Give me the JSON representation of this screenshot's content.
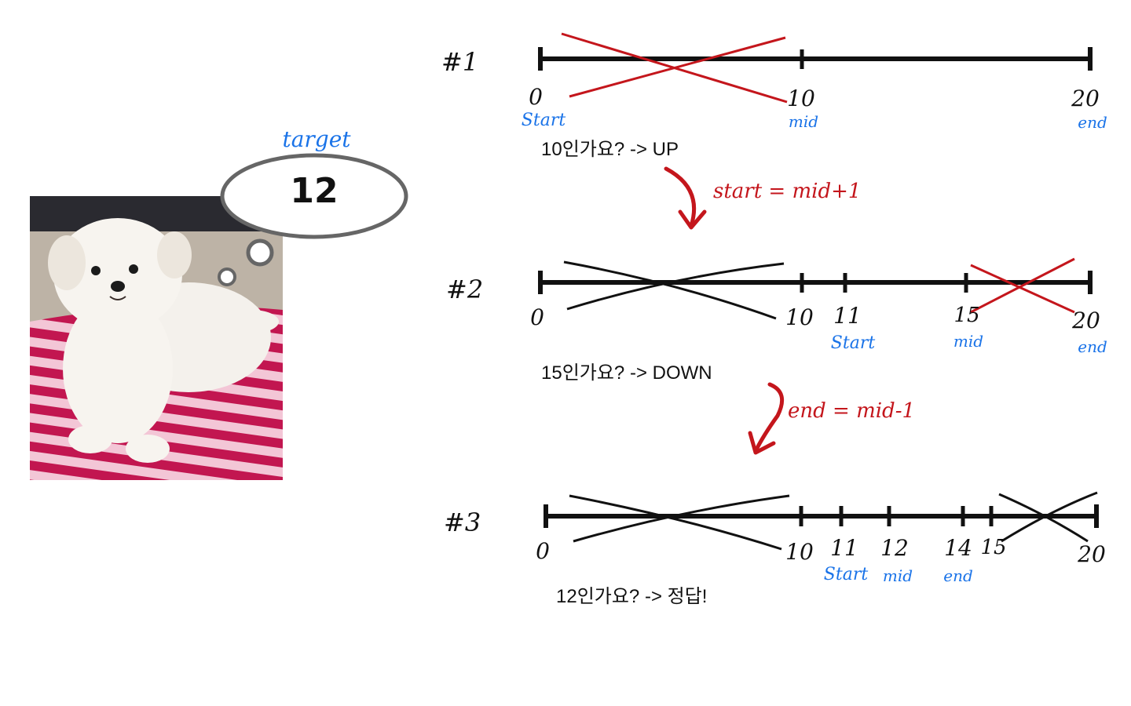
{
  "target": {
    "label": "target",
    "value": "12"
  },
  "step1": {
    "label": "#1",
    "ticks": [
      "0",
      "10",
      "20"
    ],
    "roles": {
      "start": "Start",
      "mid": "mid",
      "end": "end"
    },
    "question": "10인가요? -> UP",
    "rule": "start = mid+1"
  },
  "step2": {
    "label": "#2",
    "ticks": [
      "0",
      "10",
      "11",
      "15",
      "20"
    ],
    "roles": {
      "start": "Start",
      "mid": "mid",
      "end": "end"
    },
    "question": "15인가요? -> DOWN",
    "rule": "end = mid-1"
  },
  "step3": {
    "label": "#3",
    "ticks": [
      "0",
      "10",
      "11",
      "12",
      "14",
      "15",
      "20"
    ],
    "roles": {
      "start": "Start",
      "mid": "mid",
      "end": "end"
    },
    "question": "12인가요? -> 정답!"
  },
  "colors": {
    "ink": "#111111",
    "red": "#c4161c",
    "blue": "#1a73e8",
    "bubble": "#666666"
  }
}
